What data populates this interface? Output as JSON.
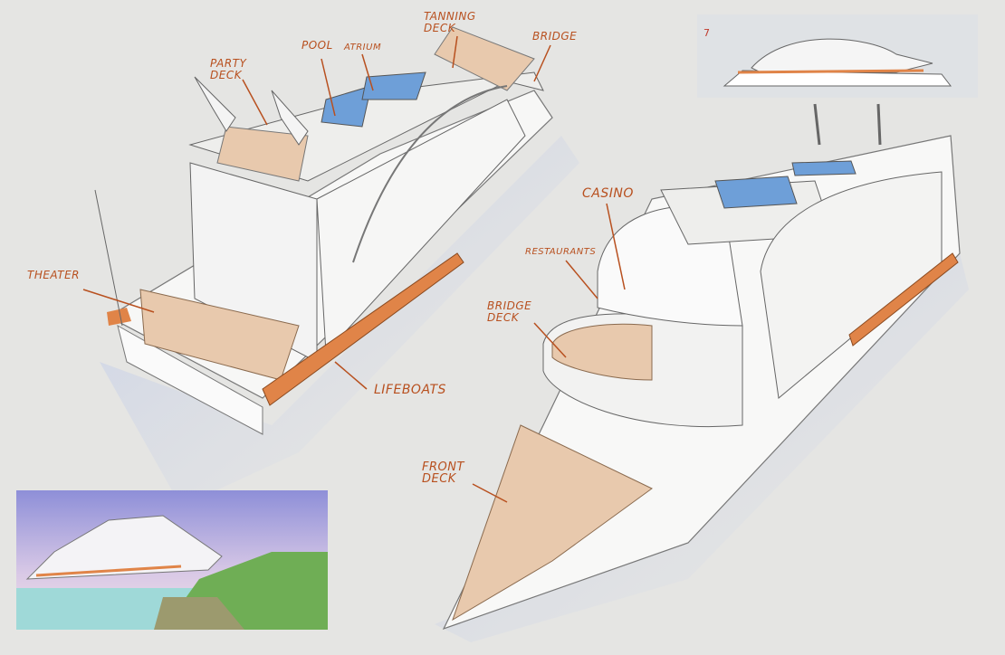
{
  "labels": {
    "party_deck": "PARTY\nDECK",
    "pool": "POOL",
    "atrium": "ATRIUM",
    "tanning_deck": "TANNING\nDECK",
    "bridge": "BRIDGE",
    "theater": "THEATER",
    "lifeboats": "LIFEBOATS",
    "casino": "CASINO",
    "restaurants": "RESTAURANTS",
    "bridge_deck": "BRIDGE\nDECK",
    "front_deck": "FRONT\nDECK"
  },
  "thumbnail_number": "7",
  "colors": {
    "label": "#b8501f",
    "lifeboat": "#e08448",
    "deck": "#e8c9ad",
    "pool": "#6e9fd8",
    "background": "#e5e5e3"
  }
}
